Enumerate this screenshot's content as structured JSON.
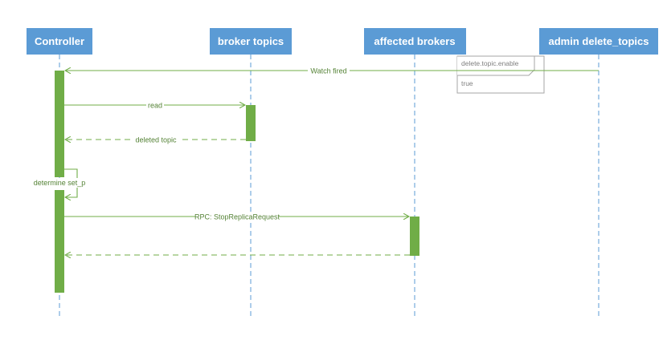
{
  "colors": {
    "participant_fill": "#5b9bd5",
    "lifeline": "#5b9bd5",
    "activation": "#70ad47",
    "message": "#70ad47",
    "message_label": "#548235",
    "note_border": "#a6a6a6",
    "note_text": "#7f7f7f"
  },
  "participants": [
    {
      "id": "controller",
      "label": "Controller"
    },
    {
      "id": "broker_topics",
      "label": "broker topics"
    },
    {
      "id": "affected_brokers",
      "label": "affected brokers"
    },
    {
      "id": "admin",
      "label": "admin delete_topics"
    }
  ],
  "messages": [
    {
      "id": "watch-fired",
      "label": "Watch fired",
      "style": "solid"
    },
    {
      "id": "read",
      "label": "read",
      "style": "solid"
    },
    {
      "id": "deleted-topic",
      "label": "deleted topic",
      "style": "dashed"
    },
    {
      "id": "determine-set-p",
      "label": "determine set_p",
      "style": "self"
    },
    {
      "id": "rpc-stop-replica",
      "label": "RPC: StopReplicaRequest",
      "style": "solid"
    },
    {
      "id": "rpc-response",
      "label": "",
      "style": "dashed"
    }
  ],
  "note": {
    "title": "delete.topic.enable",
    "value": "true"
  }
}
